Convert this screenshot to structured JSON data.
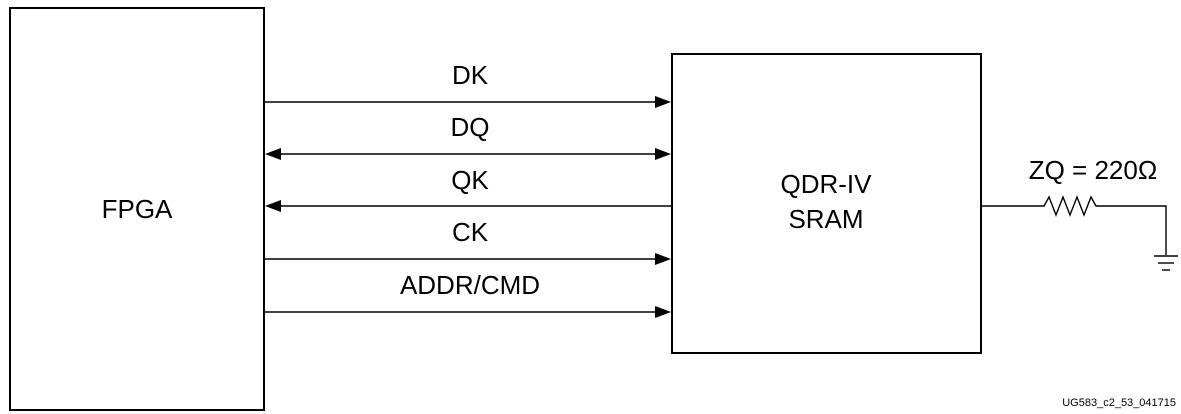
{
  "blocks": {
    "fpga": "FPGA",
    "sram_line1": "QDR-IV",
    "sram_line2": "SRAM"
  },
  "signals": {
    "dk": "DK",
    "dq": "DQ",
    "qk": "QK",
    "ck": "CK",
    "addr_cmd": "ADDR/CMD"
  },
  "termination": {
    "label": "ZQ = 220Ω"
  },
  "figure_id": "UG583_c2_53_041715"
}
